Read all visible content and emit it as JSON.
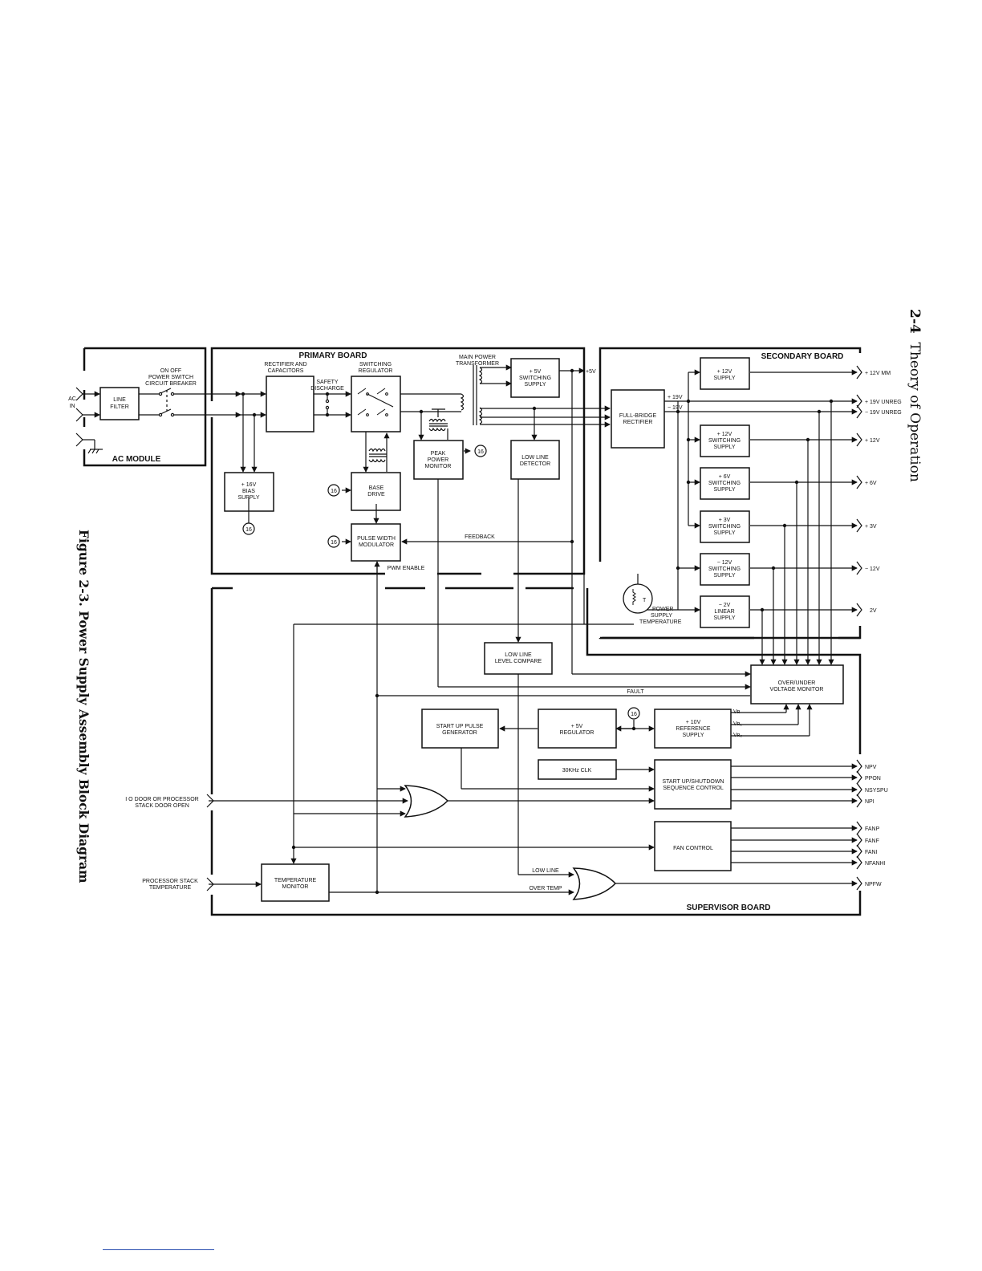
{
  "page": {
    "number": "2-4",
    "section": "Theory of Operation",
    "caption": "Figure 2-3. Power Supply Assembly Block Diagram"
  },
  "boards": {
    "ac_module": "AC MODULE",
    "primary": "PRIMARY BOARD",
    "secondary": "SECONDARY BOARD",
    "supervisor": "SUPERVISOR BOARD"
  },
  "blocks": {
    "line_filter": [
      "LINE",
      "FILTER"
    ],
    "bias_supply": [
      "+ 16V",
      "BIAS",
      "SUPPLY"
    ],
    "base_drive": [
      "BASE",
      "DRIVE"
    ],
    "pwm": [
      "PULSE WIDTH",
      "MODULATOR"
    ],
    "peak_power": [
      "PEAK",
      "POWER",
      "MONITOR"
    ],
    "sw5": [
      "+ 5V",
      "SWITCHING",
      "SUPPLY"
    ],
    "low_line_detector": [
      "LOW LINE",
      "DETECTOR"
    ],
    "full_bridge": [
      "FULL-BRIDGE",
      "RECTIFIER"
    ],
    "sup12mm": [
      "+ 12V",
      "SUPPLY"
    ],
    "sw12": [
      "+ 12V",
      "SWITCHING",
      "SUPPLY"
    ],
    "sw6": [
      "+ 6V",
      "SWITCHING",
      "SUPPLY"
    ],
    "sw3": [
      "+ 3V",
      "SWITCHING",
      "SUPPLY"
    ],
    "swm12": [
      "− 12V",
      "SWITCHING",
      "SUPPLY"
    ],
    "lin2": [
      "− 2V",
      "LINEAR",
      "SUPPLY"
    ],
    "low_line_compare": [
      "LOW LINE",
      "LEVEL COMPARE"
    ],
    "ovuv": [
      "OVER/UNDER",
      "VOLTAGE MONITOR"
    ],
    "startup_pulse": [
      "START UP PULSE",
      "GENERATOR"
    ],
    "reg5": [
      "+ 5V",
      "REGULATOR"
    ],
    "ref10": [
      "+ 10V",
      "REFERENCE",
      "SUPPLY"
    ],
    "clk": [
      "30KHz CLK"
    ],
    "sequence": [
      "START UP/SHUTDOWN",
      "SEQUENCE CONTROL"
    ],
    "fan": [
      "FAN CONTROL"
    ],
    "temp_mon": [
      "TEMPERATURE",
      "MONITOR"
    ]
  },
  "labels": {
    "ac_in": [
      "AC",
      "IN"
    ],
    "switch": [
      "ON OFF",
      "POWER SWITCH",
      "CIRCUIT BREAKER"
    ],
    "rectifier_caps": [
      "RECTIFIER AND",
      "CAPACITORS"
    ],
    "switching_reg": [
      "SWITCHING",
      "REGULATOR"
    ],
    "safety": [
      "SAFETY",
      "DISCHARGE"
    ],
    "transformer": [
      "MAIN POWER",
      "TRANSFORMER"
    ],
    "plus5": "+5V",
    "p19": "+ 19V",
    "m19": "− 19V",
    "feedback": "FEEDBACK",
    "pwm_enable": "PWM ENABLE",
    "fault": "FAULT",
    "ps_temp": [
      "POWER",
      "SUPPLY",
      "TEMPERATURE"
    ],
    "thermistor": "T",
    "node": "16",
    "io_door": [
      "I O DOOR OR PROCESSOR",
      "STACK DOOR OPEN"
    ],
    "proc_temp": [
      "PROCESSOR STACK",
      "TEMPERATURE"
    ],
    "low_line": "LOW LINE",
    "over_temp": "OVER TEMP",
    "vr": "Vʀ",
    "vr1": "Vʀ₁",
    "vr2": "Vʀ₂"
  },
  "outputs": {
    "secondary": [
      "+ 12V MM",
      "+ 19V UNREG",
      "− 19V UNREG",
      "+ 12V",
      "+ 6V",
      "+ 3V",
      "− 12V",
      "2V"
    ],
    "supervisor": [
      "NPV",
      "PPON",
      "NSYSPU",
      "NPI",
      "FANP",
      "FANF",
      "FANI",
      "NFANHI",
      "NPFW"
    ]
  }
}
